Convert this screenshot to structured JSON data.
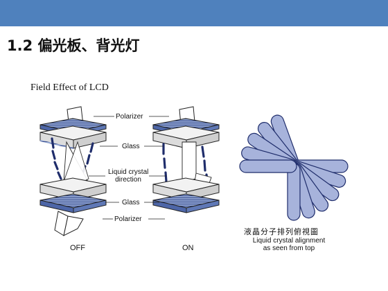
{
  "slide": {
    "header_color": "#4f81bd",
    "title": "1.2 偏光板、背光灯"
  },
  "diagram": {
    "title": "Field Effect of LCD",
    "labels": {
      "polarizer_top": "Polarizer",
      "glass_top": "Glass",
      "liquid_crystal_line1": "Liquid crystal",
      "liquid_crystal_line2": "direction",
      "glass_bottom": "Glass",
      "polarizer_bottom": "Polarizer"
    },
    "state_off": "OFF",
    "state_on": "ON",
    "caption_cn": "液晶分子排列俯視圖",
    "caption_en_line1": "Liquid crystal alignment",
    "caption_en_line2": "as seen from top",
    "colors": {
      "plate_blue": "#7d93c4",
      "plate_stripe": "#3b4f8f",
      "glass_gray": "#e8e8e8",
      "molecule": "#1f2d6b",
      "petal": "#a7b3db"
    }
  }
}
